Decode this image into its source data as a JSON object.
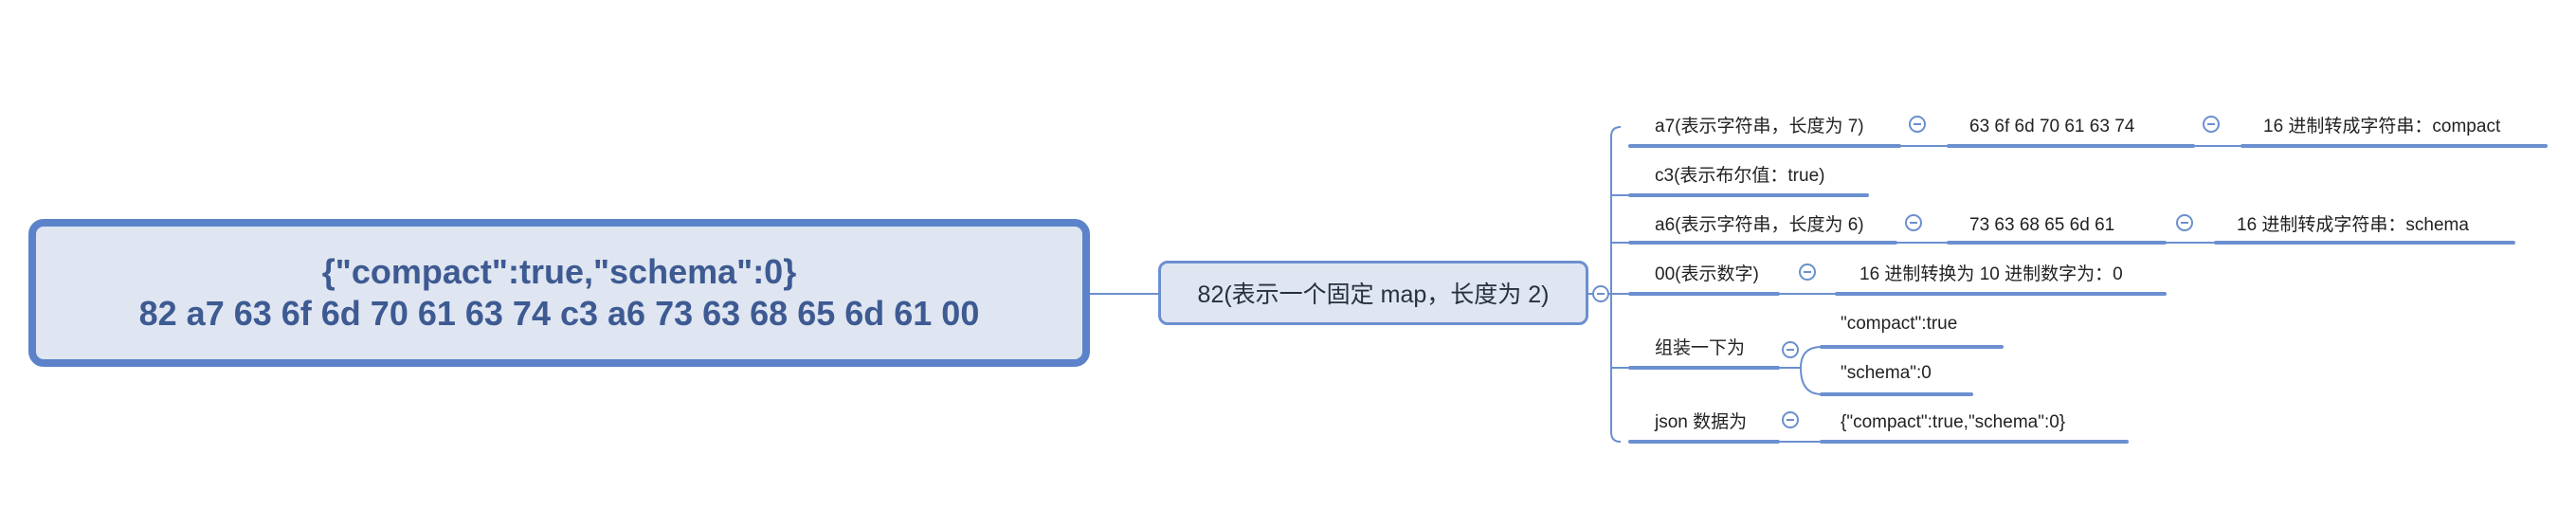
{
  "root": {
    "line1": "{\"compact\":true,\"schema\":0}",
    "line2": "82 a7 63 6f 6d 70 61 63 74 c3 a6 73 63 68 65 6d 61 00"
  },
  "branch": {
    "label": "82(表示一个固定 map，长度为 2)"
  },
  "rows": {
    "a7": {
      "label": "a7(表示字符串，长度为 7)",
      "hex": "63 6f 6d 70 61 63 74",
      "decoded": "16 进制转成字符串：compact"
    },
    "c3": {
      "label": "c3(表示布尔值：true)"
    },
    "a6": {
      "label": "a6(表示字符串，长度为 6)",
      "hex": "73 63 68 65 6d 61",
      "decoded": "16 进制转成字符串：schema"
    },
    "zero": {
      "label": "00(表示数字)",
      "decoded": "16 进制转换为 10 进制数字为：0"
    },
    "assemble": {
      "label": "组装一下为",
      "item1": "\"compact\":true",
      "item2": "\"schema\":0"
    },
    "json": {
      "label": "json 数据为",
      "value": "{\"compact\":true,\"schema\":0}"
    }
  },
  "colors": {
    "accent": "#5c83c9",
    "node_fill": "#dfe5f1",
    "root_text": "#3d5a92",
    "connector": "#6b8fcf"
  }
}
